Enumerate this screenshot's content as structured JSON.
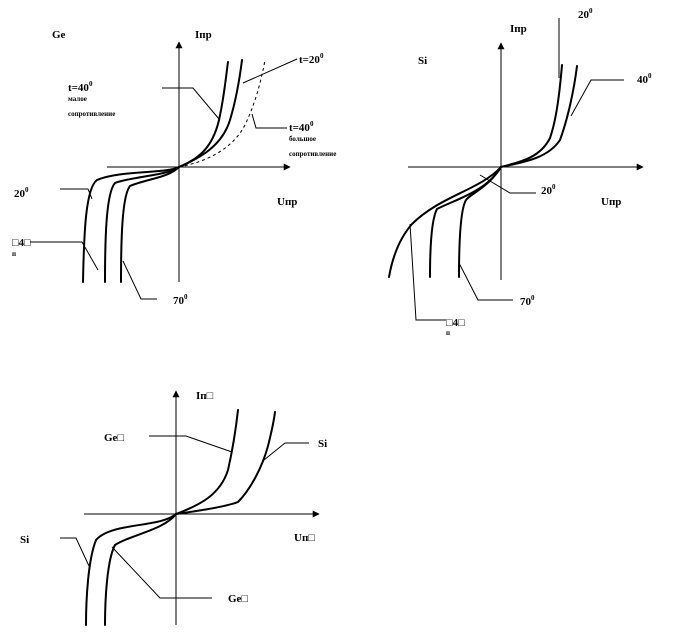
{
  "panel_ge": {
    "material": "Ge",
    "y_axis": "Iпр",
    "x_axis": "Uпр",
    "t20": "t=20",
    "t40_low": "t=40",
    "low_resistance": "малое сопротивление",
    "t40_high": "t=40",
    "high_resistance": "большое сопротивление",
    "neg20": "20",
    "neg40": "□4□",
    "neg40_sub": "п",
    "neg70": "70",
    "deg": "0"
  },
  "panel_si": {
    "material": "Si",
    "y_axis": "Iпр",
    "x_axis": "Uпр",
    "t20": "20",
    "t40": "40",
    "neg20": "20",
    "neg70": "70",
    "neg40": "□4□",
    "neg40_sub": "п",
    "deg": "0"
  },
  "panel_compare": {
    "y_axis": "Iп□",
    "x_axis": "Uп□",
    "ge_top": "Ge□",
    "si_top": "Si",
    "si_bottom": "Si",
    "ge_bottom": "Ge□"
  }
}
